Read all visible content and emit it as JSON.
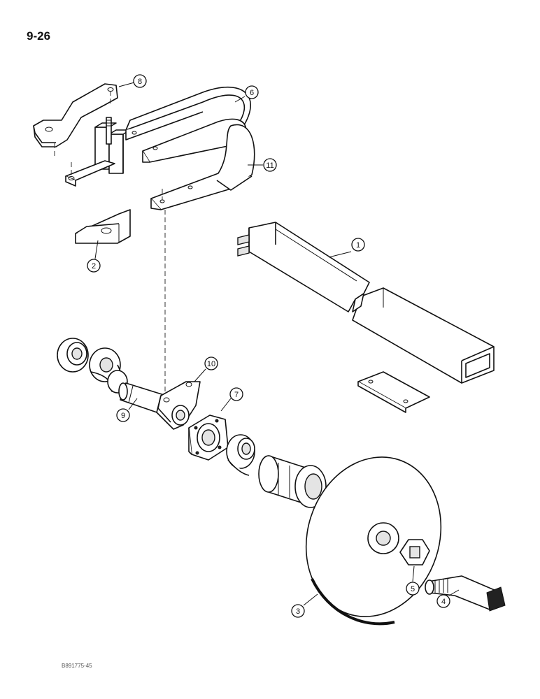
{
  "page": {
    "number": "9-26",
    "figure_code": "B891775-45"
  },
  "callouts": {
    "frame_tube": "1",
    "mounting_plate": "2",
    "disc_blade": "3",
    "disc_bolt": "4",
    "hex_nut": "5",
    "spring_upper": "6",
    "bearing_housing": "7",
    "mount_bracket": "8",
    "spindle": "9",
    "bracket_arm": "10",
    "spring_lower": "11"
  }
}
